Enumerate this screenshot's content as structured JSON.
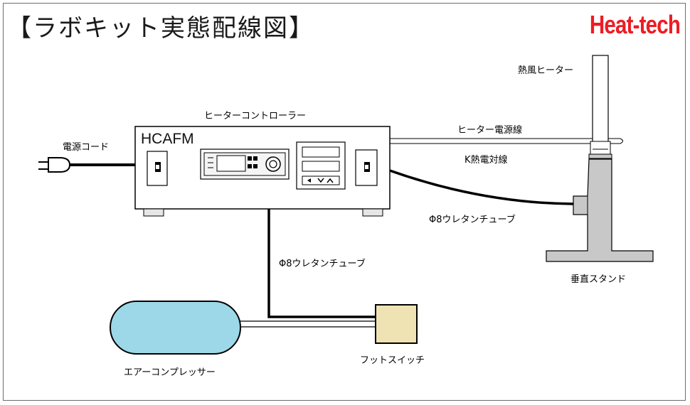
{
  "title": "【ラボキット実態配線図】",
  "brand": "Heat-tech",
  "colors": {
    "brand": "#ee1c24",
    "tank_fill": "#9cd8e8",
    "switch_fill": "#efe3b3",
    "stand_fill": "#c8c8c8"
  },
  "controller": {
    "label": "ヒーターコントローラー",
    "model": "HCAFM"
  },
  "labels": {
    "power_cord": "電源コード",
    "heater_power_line": "ヒーター電源線",
    "thermocouple_line": "K熱電対線",
    "urethane_tube_right": "Φ8ウレタンチューブ",
    "urethane_tube_down": "Φ8ウレタンチューブ",
    "hot_air_heater": "熱風ヒーター",
    "vertical_stand": "垂直スタンド",
    "foot_switch": "フットスイッチ",
    "air_compressor": "エアーコンプレッサー"
  }
}
